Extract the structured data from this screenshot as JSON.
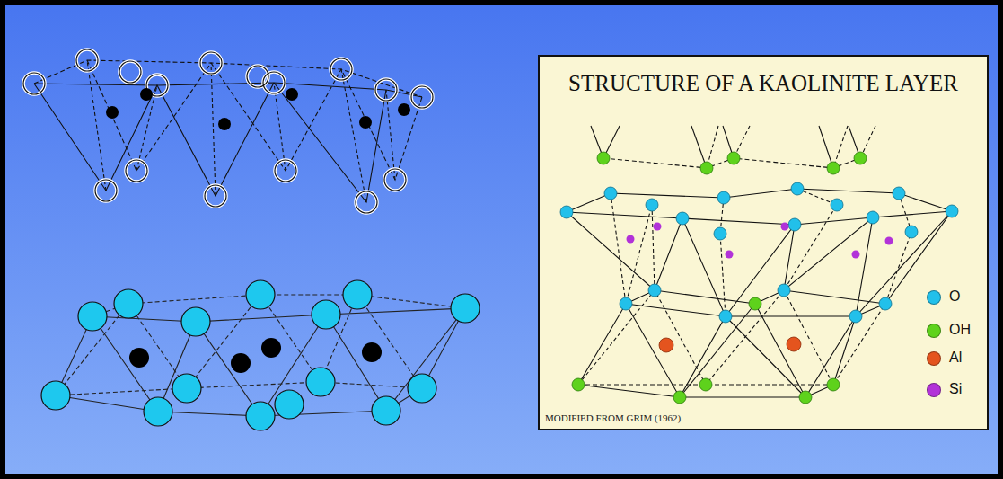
{
  "diagram": {
    "title": "STRUCTURE OF A KAOLINITE LAYER",
    "labels": [
      "MODIFIED FROM GRIM (1962)"
    ],
    "legend": [
      {
        "text": "O",
        "color": "#22c0ea"
      },
      {
        "text": "OH",
        "color": "#5ed21c"
      },
      {
        "text": "Al",
        "color": "#e4541e"
      },
      {
        "text": "Si",
        "color": "#b232d8"
      }
    ]
  }
}
